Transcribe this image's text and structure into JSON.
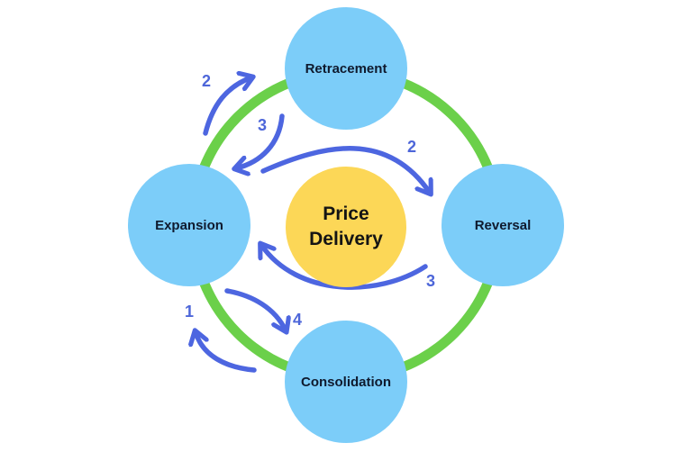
{
  "diagram": {
    "center": {
      "label": "Price\nDelivery",
      "color": "#fcd757"
    },
    "phases": [
      {
        "id": "retracement",
        "label": "Retracement"
      },
      {
        "id": "reversal",
        "label": "Reversal"
      },
      {
        "id": "consolidation",
        "label": "Consolidation"
      },
      {
        "id": "expansion",
        "label": "Expansion"
      }
    ],
    "colors": {
      "phase_fill": "#7ccdf9",
      "ring": "#6bd04a",
      "arrow": "#4d66e0",
      "step_label": "#4d66d9"
    },
    "arrows": [
      {
        "from": "expansion",
        "to": "retracement",
        "step": "2"
      },
      {
        "from": "retracement",
        "to": "expansion",
        "step": "3"
      },
      {
        "from": "expansion",
        "to": "reversal",
        "step": "2"
      },
      {
        "from": "reversal",
        "to": "expansion",
        "step": "3"
      },
      {
        "from": "consolidation",
        "to": "expansion",
        "step": "1"
      },
      {
        "from": "expansion",
        "to": "consolidation",
        "step": "4"
      }
    ]
  }
}
